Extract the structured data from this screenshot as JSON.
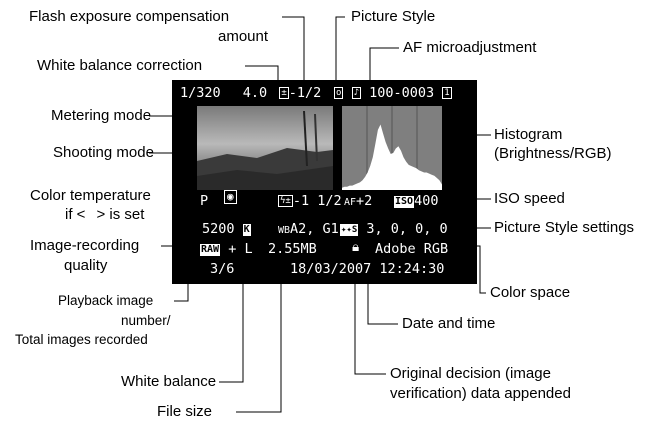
{
  "callouts": {
    "flash_comp_1": "Flash exposure compensation",
    "flash_comp_2": "amount",
    "wb_correction": "White balance correction",
    "metering_mode": "Metering mode",
    "shooting_mode": "Shooting mode",
    "color_temp_1": "Color temperature",
    "color_temp_2_pre": "if <",
    "color_temp_2_post": "> is set",
    "image_quality_1": "Image-recording",
    "image_quality_2": "quality",
    "playback_1": "Playback image",
    "playback_2": "number/",
    "playback_3": "Total images recorded",
    "white_balance": "White balance",
    "file_size": "File size",
    "picture_style": "Picture Style",
    "af_micro": "AF microadjustment",
    "histogram_1": "Histogram",
    "histogram_2": "(Brightness/RGB)",
    "iso": "ISO speed",
    "ps_settings": "Picture Style settings",
    "color_space": "Color space",
    "date_time": "Date and time",
    "odd_1": "Original decision (image",
    "odd_2": "verification) data appended"
  },
  "screen": {
    "shutter": "1/320",
    "aperture": "4.0",
    "exp_comp": "-1/2",
    "folder_file": "100-0003",
    "mode": "P",
    "flash_comp": "-1 1/2",
    "af_adjust": "+2",
    "iso_badge": "ISO",
    "iso_value": "400",
    "color_temp": "5200",
    "wb_badge": "K",
    "wb_shift": "A2, G1",
    "ps_badge": "S",
    "ps_values": "3, 0, 0, 0",
    "raw_badge": "RAW",
    "quality_tail": "+  L",
    "file_size": "2.55MB",
    "color_space": "Adobe RGB",
    "playback_num": "3/6",
    "datetime": "18/03/2007 12:24:30"
  },
  "histogram_bins": [
    2,
    3,
    3,
    4,
    4,
    5,
    6,
    7,
    9,
    12,
    16,
    22,
    30,
    42,
    55,
    60,
    52,
    44,
    38,
    33,
    34,
    38,
    40,
    36,
    30,
    26,
    23,
    22,
    21,
    20,
    18,
    17,
    16,
    16,
    15,
    14,
    13,
    11,
    9,
    5
  ]
}
